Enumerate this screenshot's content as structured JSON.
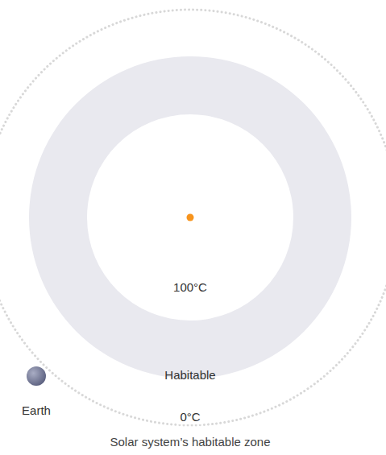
{
  "diagram": {
    "caption": "Solar system’s habitable zone",
    "nodes": [
      {
        "text": [
          "Habitable"
        ]
      },
      {
        "text": [
          "Earth"
        ]
      }
    ],
    "labels": [
      "100°C",
      "0°C"
    ]
  }
}
